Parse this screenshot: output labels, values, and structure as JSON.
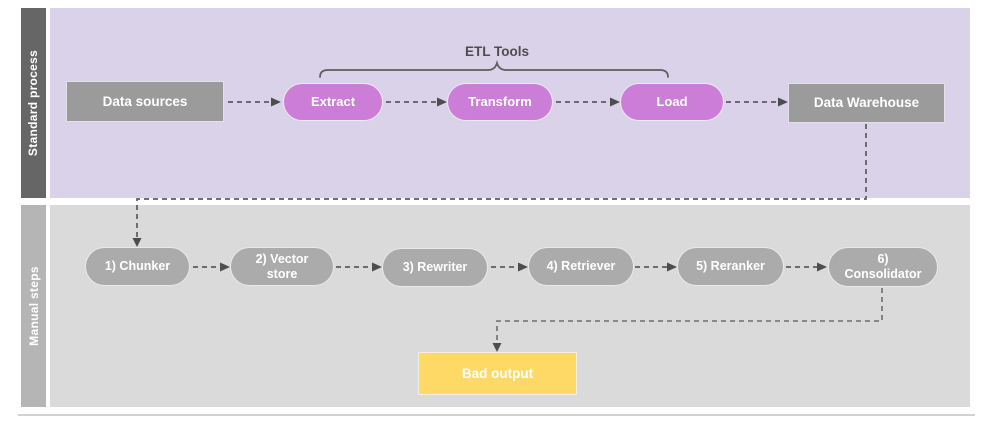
{
  "lanes": {
    "standard": {
      "label": "Standard process"
    },
    "manual": {
      "label": "Manual steps"
    }
  },
  "standard_process": {
    "etl_tools_label": "ETL Tools",
    "nodes": {
      "data_sources": "Data sources",
      "extract": "Extract",
      "transform": "Transform",
      "load": "Load",
      "data_warehouse": "Data Warehouse"
    }
  },
  "manual_steps": {
    "nodes": {
      "chunker": "1) Chunker",
      "vector_store": "2) Vector store",
      "rewriter": "3) Rewriter",
      "retriever": "4) Retriever",
      "reranker": "5) Reranker",
      "consolidator": "6) Consolidator",
      "bad_output": "Bad output"
    }
  },
  "colors": {
    "standard_lane_bg": "#d9d2e9",
    "manual_lane_bg": "#dadada",
    "standard_label_bg": "#666666",
    "manual_label_bg": "#b5b5b5",
    "etl_pill": "#cc7dd7",
    "gray_box": "#9b9b9b",
    "gray_pill": "#ababab",
    "bad_output_box": "#ffd966",
    "connector": "#5c5c5c"
  }
}
